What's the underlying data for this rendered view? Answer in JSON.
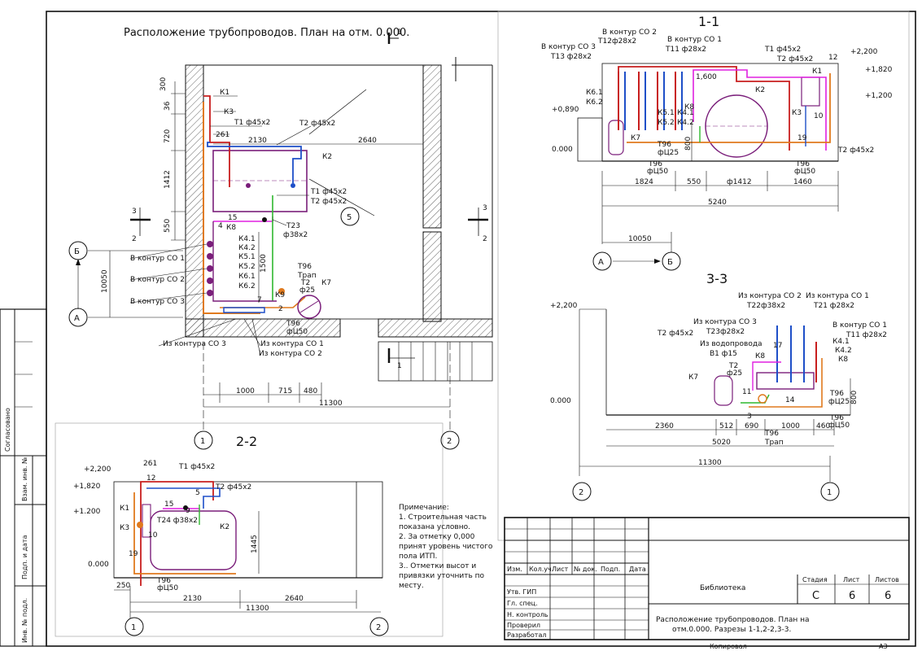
{
  "drawing": {
    "title_plan": "Расположение трубопроводов. План на отм. 0.000.",
    "section_mark": "1",
    "section_mark_3": "3",
    "section_mark_2": "2",
    "room_number": "5",
    "axis_labels": {
      "b": "Б",
      "a": "А",
      "one": "1",
      "two": "2"
    }
  },
  "plan": {
    "labels": {
      "k1": "К1",
      "k3": "К3",
      "t1": "Т1 ф45х2",
      "t2": "Т2 ф45х2",
      "n261": "261",
      "k2": "К2",
      "t1b": "Т1 ф45х2",
      "t2b": "Т2 ф45х2",
      "t23": "Т23",
      "t23d": "ф38х2",
      "k8": "К8",
      "k41": "К4.1",
      "k42": "К4.2",
      "k51": "К5.1",
      "k52": "К5.2",
      "k61": "К6.1",
      "k62": "К6.2",
      "k9": "К9",
      "k7": "К7",
      "t96": "Т96",
      "trap": "Трап",
      "t2s": "Т2",
      "f25": "ф25",
      "t96b": "Т96",
      "f50": "фЦ50",
      "in1": "В контур СО 1",
      "in2": "В контур СО 2",
      "in3": "В контур СО 3",
      "out3": "Из контура СО 3",
      "out1": "Из контура СО 1",
      "out2": "Из контура СО 2",
      "n15": "15",
      "n4": "4",
      "n2": "2",
      "n7": "7",
      "n5": "5"
    },
    "dims": {
      "d300": "300",
      "d36": "36",
      "d720": "720",
      "d1412": "1412",
      "d550": "550",
      "d2130": "2130",
      "d2640": "2640",
      "d1500": "1500",
      "d10050": "10050",
      "d1000": "1000",
      "d715": "715",
      "d480": "480",
      "d11300": "11300"
    }
  },
  "section11": {
    "title": "1-1",
    "labels": {
      "in2": "В контур СО 2",
      "t12": "Т12ф28х2",
      "in1": "В контур СО 1",
      "t11": "Т11 ф28х2",
      "in3": "В контур СО 3",
      "t13": "Т13 ф28х2",
      "t1": "Т1 ф45х2",
      "t2": "Т2 ф45х2",
      "l2200": "+2,200",
      "l1820": "+1,820",
      "l1200": "+1,200",
      "l890": "+0,890",
      "l0": "0.000",
      "k1": "К1",
      "k2": "К2",
      "k3": "К3",
      "k61": "К6.1",
      "k62": "К6.2",
      "k51": "К5.1",
      "k41": "К4.1",
      "k52": "К5.2",
      "k42": "К4.2",
      "k8": "К8",
      "k7": "К7",
      "t96": "Т96",
      "f25": "фЦ25",
      "t96b": "Т96",
      "f50": "фЦ50",
      "t96c": "Т96",
      "f50b": "фЦ50",
      "t2b": "Т2 ф45х2",
      "n1600": "1,600",
      "n12": "12",
      "n10": "10",
      "n19": "19"
    },
    "dims": {
      "d1824": "1824",
      "d550": "550",
      "d1412": "ф1412",
      "d1460": "1460",
      "d5240": "5240",
      "d10050": "10050",
      "d800": "800"
    },
    "axes": {
      "a": "А",
      "b": "Б"
    }
  },
  "section33": {
    "title": "3-3",
    "labels": {
      "l2200": "+2,200",
      "l0": "0.000",
      "out2": "Из контура СО 2",
      "t22": "Т22ф38х2",
      "out1": "Из контура СО 1",
      "t21": "Т21 ф28х2",
      "out3": "Из контура СО 3",
      "t23": "Т23ф28х2",
      "t2": "Т2 ф45х2",
      "in1": "В контур СО 1",
      "t11": "Т11 ф28х2",
      "water": "Из водопровода",
      "b1": "В1 ф15",
      "k41": "К4.1",
      "k42": "К4.2",
      "k8": "К8",
      "k8b": "К8",
      "k7": "К7",
      "t2s": "Т2",
      "f25": "ф25",
      "t96": "Т96",
      "f25b": "фЦ25",
      "t96b": "Т96",
      "f50": "фЦ50",
      "t96c": "Т96",
      "trap": "Трап",
      "n17": "17",
      "n11": "11",
      "n14": "14",
      "n3": "3"
    },
    "dims": {
      "d2360": "2360",
      "d512": "512",
      "d690": "690",
      "d1000": "1000",
      "d460": "460",
      "d5020": "5020",
      "d11300": "11300",
      "d800": "800"
    },
    "axes": {
      "two": "2",
      "one": "1"
    }
  },
  "section22": {
    "title": "2-2",
    "labels": {
      "l2200": "+2,200",
      "l1820": "+1,820",
      "l1200": "+1.200",
      "l0": "0.000",
      "n261": "261",
      "t1": "Т1 ф45х2",
      "t2": "Т2 ф45х2",
      "k1": "К1",
      "k3": "К3",
      "t24": "Т24 ф38х2",
      "k2": "К2",
      "t96": "Т96",
      "f50": "фЦ50",
      "n12": "12",
      "n15": "15",
      "n9": "9",
      "n5": "5",
      "n10": "10",
      "n19": "19"
    },
    "dims": {
      "d250": "250",
      "d2130": "2130",
      "d2640": "2640",
      "d11300": "11300",
      "d1445": "1445"
    },
    "axes": {
      "one": "1",
      "two": "2"
    }
  },
  "notes": {
    "heading": "Примечание:",
    "lines": [
      "1. Строительная часть",
      "показана условно.",
      "2. За отметку 0,000",
      "принят уровень чистого",
      "пола ИТП.",
      "3.. Отметки высот и",
      "привязки уточнить по",
      "месту."
    ]
  },
  "stamp": {
    "columns": [
      "Изм.",
      "Кол.уч.",
      "Лист",
      "№ док.",
      "Подп.",
      "Дата"
    ],
    "rows": [
      "Утв. ГИП",
      "Гл. спец.",
      "Н. контроль",
      "Проверил",
      "Разработал"
    ],
    "project": "Библиотека",
    "stage_label": "Стадия",
    "sheet_label": "Лист",
    "sheets_label": "Листов",
    "stage": "С",
    "sheet": "6",
    "sheets": "6",
    "sheet_title_1": "Расположение трубопроводов. План на",
    "sheet_title_2": "отм.0.000. Разрезы 1-1,2-2,3-3.",
    "copied": "Копировал",
    "format": "А3"
  },
  "side_stamp": {
    "agreed": "Согласовано",
    "inv_sub": "Взам. инв. №",
    "sign_date": "Подп. и дата",
    "inv_orig": "Инв. № подл."
  },
  "colors": {
    "t1": "#c81e1e",
    "t2": "#1e4fc8",
    "drain": "#e07a1e",
    "loop": "#7a1e7a",
    "green": "#2eb82e",
    "magenta": "#e020e0",
    "darkred": "#8b0000",
    "black": "#111111"
  }
}
